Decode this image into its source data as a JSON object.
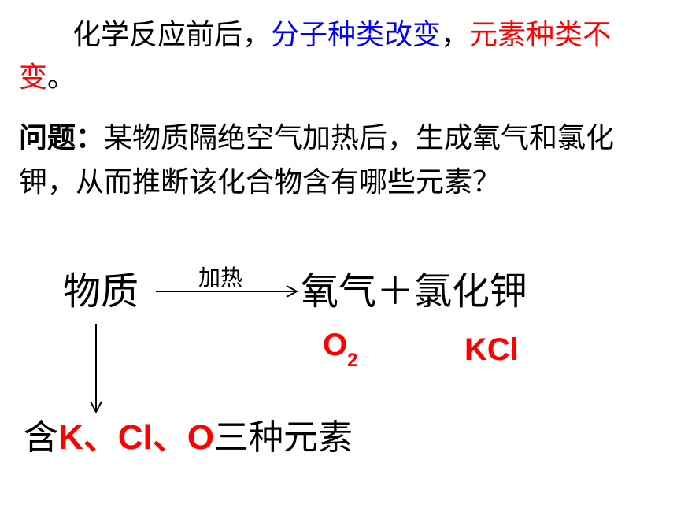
{
  "intro": {
    "lead": "化学反应前后，",
    "molecule_change": "分子种类改变",
    "comma": "，",
    "element_constant": "元素种类不变",
    "end": "。"
  },
  "question": {
    "label": "问题：",
    "text": "某物质隔绝空气加热后，生成氧气和氯化钾，从而推断该化合物含有哪些元素？"
  },
  "equation": {
    "reactant": "物质",
    "condition": "加热",
    "products": "氧气＋氯化钾",
    "o2_base": "O",
    "o2_sub": "2",
    "kcl": "KCl"
  },
  "conclusion": {
    "prefix": "含",
    "el1": "K",
    "sep1": "、",
    "el2": "Cl",
    "sep2": "、",
    "el3": "O",
    "suffix": "三种元素"
  },
  "colors": {
    "blue": "#0000ff",
    "red": "#ff0000"
  }
}
